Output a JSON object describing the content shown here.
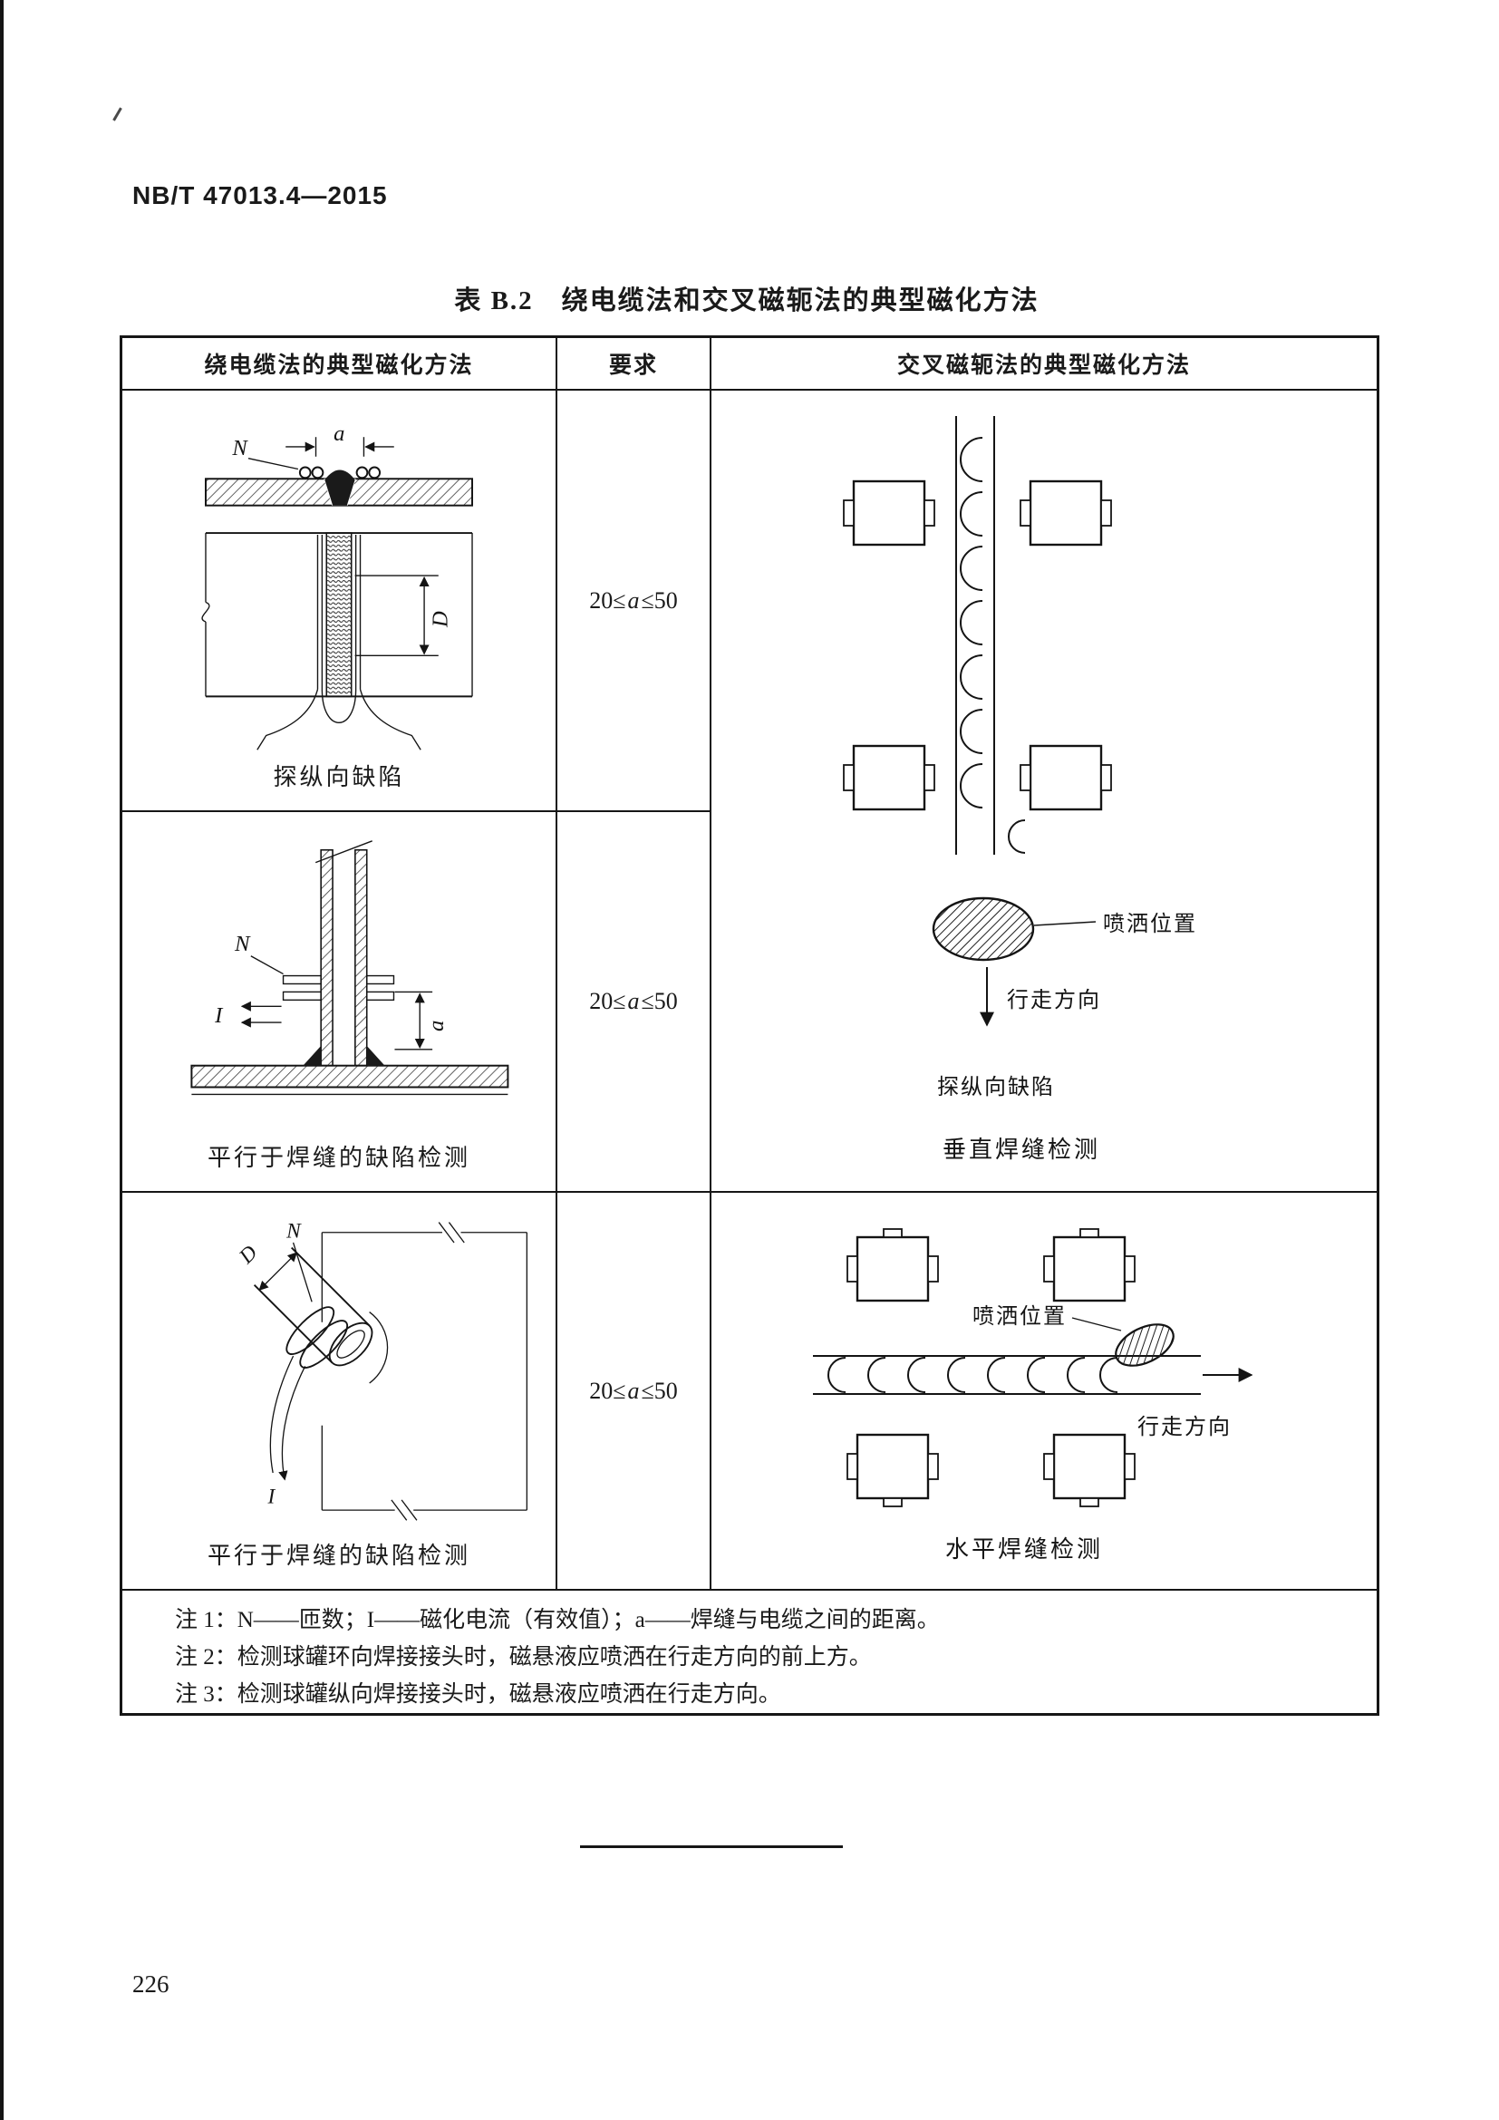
{
  "page": {
    "doc_number": "NB/T 47013.4—2015",
    "page_number": "226"
  },
  "table": {
    "title": "表 B.2　绕电缆法和交叉磁轭法的典型磁化方法",
    "header": {
      "col1": "绕电缆法的典型磁化方法",
      "col2": "要求",
      "col3": "交叉磁轭法的典型磁化方法"
    },
    "requirement": {
      "pre": "20≤",
      "var": "a",
      "post": "≤50"
    },
    "left_rows": [
      {
        "caption": "探纵向缺陷"
      },
      {
        "caption": "平行于焊缝的缺陷检测"
      },
      {
        "caption": "平行于焊缝的缺陷检测"
      }
    ],
    "labels": {
      "N": "N",
      "I": "I",
      "a": "a",
      "D": "D"
    },
    "right_vertical": {
      "spray": "喷洒位置",
      "direction": "行走方向",
      "defect": "探纵向缺陷",
      "caption": "垂直焊缝检测"
    },
    "right_horizontal": {
      "spray": "喷洒位置",
      "direction": "行走方向",
      "caption": "水平焊缝检测"
    },
    "notes": [
      "注 1：N——匝数；I——磁化电流（有效值）；a——焊缝与电缆之间的距离。",
      "注 2：检测球罐环向焊接接头时，磁悬液应喷洒在行走方向的前上方。",
      "注 3：检测球罐纵向焊接接头时，磁悬液应喷洒在行走方向。"
    ]
  }
}
